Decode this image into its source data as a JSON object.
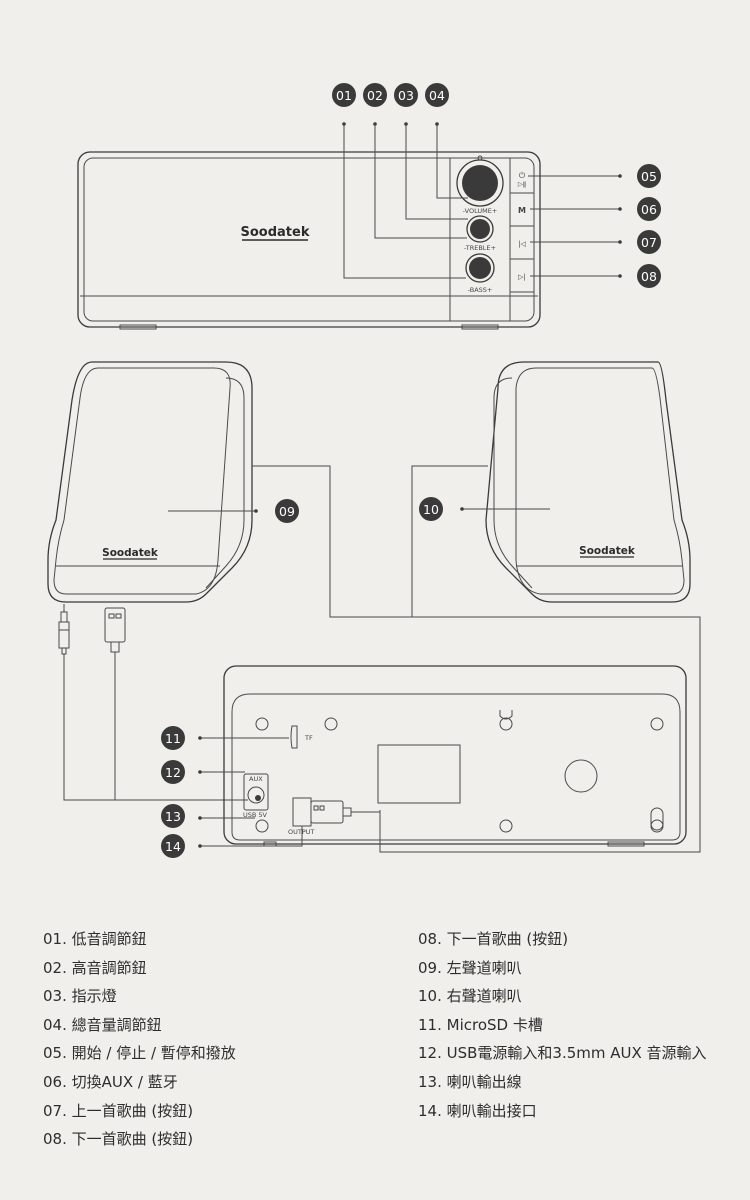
{
  "brand": "Soodatek",
  "badges": [
    "01",
    "02",
    "03",
    "04",
    "05",
    "06",
    "07",
    "08",
    "09",
    "10",
    "11",
    "12",
    "13",
    "14"
  ],
  "panel_labels": {
    "volume": "-VOLUME+",
    "treble": "-TREBLE+",
    "bass": "-BASS+",
    "mode": "M"
  },
  "port_labels": {
    "tf": "TF",
    "aux": "AUX",
    "usb": "USB 5V",
    "output": "OUTPUT"
  },
  "legend_left": [
    "01. 低音調節鈕",
    "02. 高音調節鈕",
    "03. 指示燈",
    "04. 總音量調節鈕",
    "05. 開始 / 停止 / 暫停和撥放",
    "06. 切換AUX / 藍牙",
    "07. 上一首歌曲 (按鈕)",
    "08. 下一首歌曲 (按鈕)"
  ],
  "legend_right": [
    "08. 下一首歌曲 (按鈕)",
    "09. 左聲道喇叭",
    "10. 右聲道喇叭",
    "11. MicroSD 卡槽",
    "12. USB電源輸入和3.5mm AUX 音源輸入",
    "13. 喇叭輸出線",
    "14. 喇叭輸出接口"
  ]
}
